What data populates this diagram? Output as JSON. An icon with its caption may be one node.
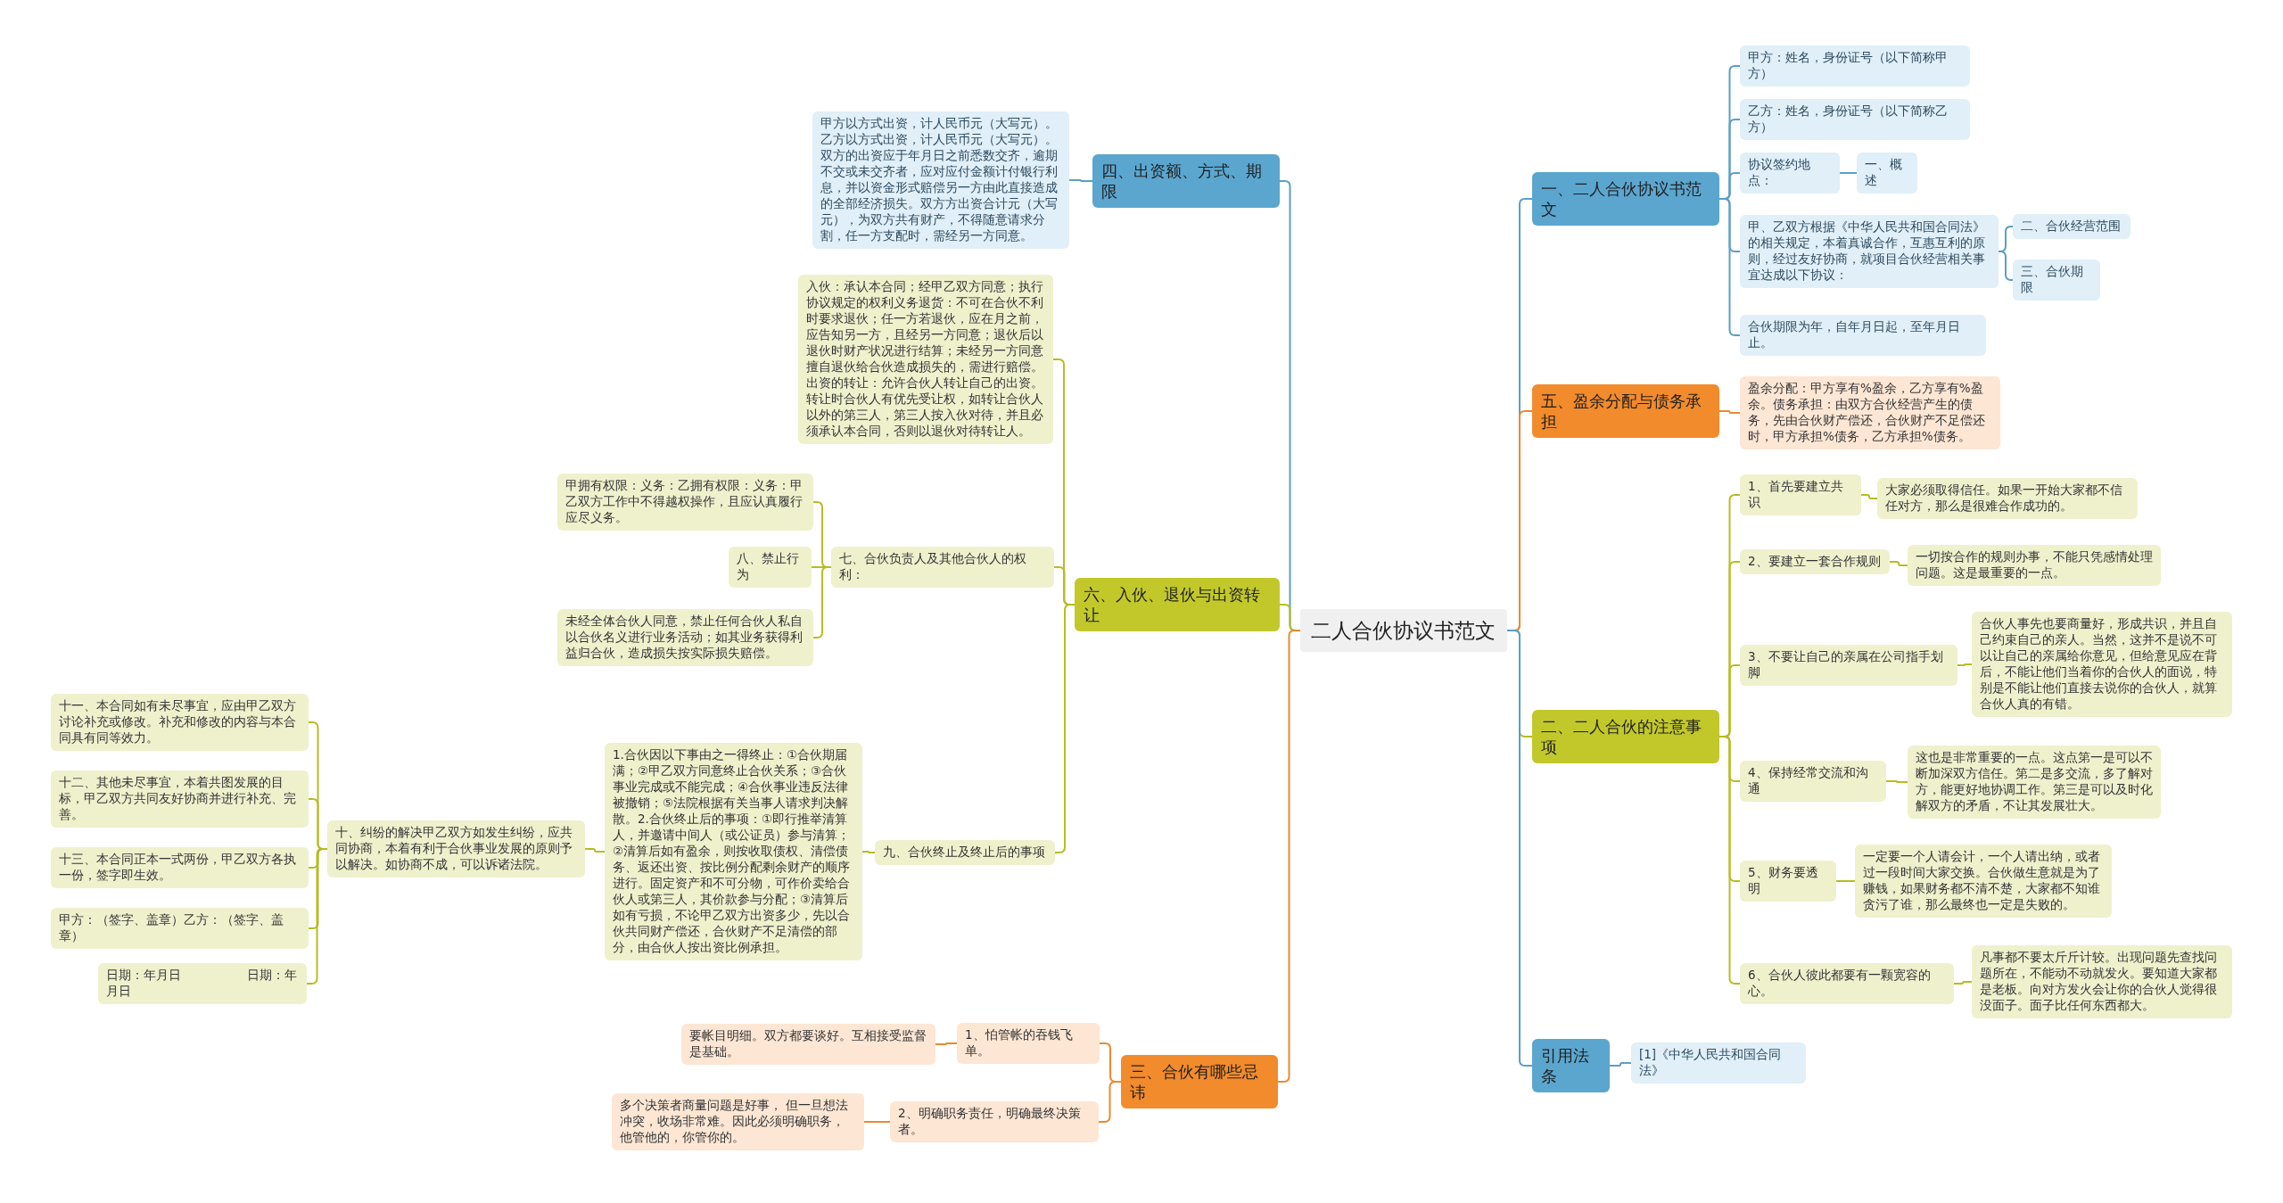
{
  "diagram": {
    "nodes": [
      {
        "text": [
          "二人合伙协议书范文"
        ]
      },
      {
        "text": [
          "一、二人合伙协议书范文"
        ]
      },
      {
        "text": [
          "甲方：姓名，身份证号（以下简称甲方）"
        ]
      },
      {
        "text": [
          "乙方：姓名，身份证号（以下简称乙方）"
        ]
      },
      {
        "text": [
          "协议签约地点："
        ]
      },
      {
        "text": [
          "一、概述"
        ]
      },
      {
        "text": [
          "甲、乙双方根据《中华人民共和国合同法》的相关规定，本着真诚合作，互惠互利的原则，经过友好协商，就项目合伙经营相关事宜达成以下协议："
        ]
      },
      {
        "text": [
          "二、合伙经营范围"
        ]
      },
      {
        "text": [
          "三、合伙期限"
        ]
      },
      {
        "text": [
          "合伙期限为年，自年月日起，至年月日止。"
        ]
      },
      {
        "text": [
          "五、盈余分配与债务承担"
        ]
      },
      {
        "text": [
          "盈余分配：甲方享有%盈余，乙方享有%盈余。债务承担：由双方合伙经营产生的债务，先由合伙财产偿还，合伙财产不足偿还时，甲方承担%债务，乙方承担%债务。"
        ]
      },
      {
        "text": [
          "二、二人合伙的注意事项"
        ]
      },
      {
        "text": [
          "1、首先要建立共识"
        ]
      },
      {
        "text": [
          "大家必须取得信任。如果一开始大家都不信任对方，那么是很难合作成功的。"
        ]
      },
      {
        "text": [
          "2、要建立一套合作规则"
        ]
      },
      {
        "text": [
          "一切按合作的规则办事，不能只凭感情处理问题。这是最重要的一点。"
        ]
      },
      {
        "text": [
          "3、不要让自己的亲属在公司指手划脚"
        ]
      },
      {
        "text": [
          "合伙人事先也要商量好，形成共识，并且自己约束自己的亲人。当然，这并不是说不可以让自己的亲属给你意见，但给意见应在背后，不能让他们当着你的合伙人的面说，特别是不能让他们直接去说你的合伙人，就算合伙人真的有错。"
        ]
      },
      {
        "text": [
          "4、保持经常交流和沟通"
        ]
      },
      {
        "text": [
          "这也是非常重要的一点。这点第一是可以不断加深双方信任。第二是多交流，多了解对方，能更好地协调工作。第三是可以及时化解双方的矛盾，不让其发展壮大。"
        ]
      },
      {
        "text": [
          "5、财务要透明"
        ]
      },
      {
        "text": [
          "一定要一个人请会计，一个人请出纳，或者过一段时间大家交换。合伙做生意就是为了赚钱，如果财务都不清不楚，大家都不知谁贪污了谁，那么最终也一定是失败的。"
        ]
      },
      {
        "text": [
          "6、合伙人彼此都要有一颗宽容的心。"
        ]
      },
      {
        "text": [
          "凡事都不要太斤斤计较。出现问题先查找问题所在，不能动不动就发火。要知道大家都是老板。向对方发火会让你的合伙人觉得很没面子。面子比任何东西都大。"
        ]
      },
      {
        "text": [
          "引用法条"
        ]
      },
      {
        "text": [
          "[1]《中华人民共和国合同法》"
        ]
      },
      {
        "text": [
          "四、出资额、方式、期限"
        ]
      },
      {
        "text": [
          "甲方以方式出资，计人民币元（大写元）。乙方以方式出资，计人民币元（大写元）。双方的出资应于年月日之前悉数交齐，逾期不交或未交齐者，应对应付金额计付银行利息，并以资金形式赔偿另一方由此直接造成的全部经济损失。双方方出资合计元（大写元），为双方共有财产，不得随意请求分割，任一方支配时，需经另一方同意。"
        ]
      },
      {
        "text": [
          "六、入伙、退伙与出资转让"
        ]
      },
      {
        "text": [
          "入伙：承认本合同；经甲乙双方同意；执行协议规定的权利义务退货：不可在合伙不利时要求退伙；任一方若退伙，应在月之前，应告知另一方，且经另一方同意；退伙后以退伙时财产状况进行结算；未经另一方同意擅自退伙给合伙造成损失的，需进行赔偿。出资的转让：允许合伙人转让自己的出资。转让时合伙人有优先受让权，如转让合伙人以外的第三人，第三人按入伙对待，并且必须承认本合同，否则以退伙对待转让人。"
        ]
      },
      {
        "text": [
          "七、合伙负责人及其他合伙人的权利："
        ]
      },
      {
        "text": [
          "甲拥有权限：义务：乙拥有权限：义务：甲乙双方工作中不得越权操作，且应认真履行应尽义务。"
        ]
      },
      {
        "text": [
          "八、禁止行为"
        ]
      },
      {
        "text": [
          "未经全体合伙人同意，禁止任何合伙人私自以合伙名义进行业务活动；如其业务获得利益归合伙，造成损失按实际损失赔偿。"
        ]
      },
      {
        "text": [
          "九、合伙终止及终止后的事项"
        ]
      },
      {
        "text": [
          "1.合伙因以下事由之一得终止：①合伙期届满；②甲乙双方同意终止合伙关系；③合伙事业完成或不能完成；④合伙事业违反法律被撤销；⑤法院根据有关当事人请求判决解散。2.合伙终止后的事项：①即行推举清算人，并邀请中间人（或公证员）参与清算；②清算后如有盈余，则按收取债权、清偿债务、返还出资、按比例分配剩余财产的顺序进行。固定资产和不可分物，可作价卖给合伙人或第三人，其价款参与分配；③清算后如有亏损，不论甲乙双方出资多少，先以合伙共同财产偿还，合伙财产不足清偿的部分，由合伙人按出资比例承担。"
        ]
      },
      {
        "text": [
          "十、纠纷的解决甲乙双方如发生纠纷，应共同协商，本着有利于合伙事业发展的原则予以解决。如协商不成，可以诉诸法院。"
        ]
      },
      {
        "text": [
          "十一、本合同如有未尽事宜，应由甲乙双方讨论补充或修改。补充和修改的内容与本合同具有同等效力。"
        ]
      },
      {
        "text": [
          "十二、其他未尽事宜，本着共图发展的目标，甲乙双方共同友好协商并进行补充、完善。"
        ]
      },
      {
        "text": [
          "十三、本合同正本一式两份，甲乙双方各执一份，签字即生效。"
        ]
      },
      {
        "text": [
          "甲方：（签字、盖章）乙方：（签字、盖章）"
        ]
      },
      {
        "text": [
          "日期：年月日 日期：年月日"
        ]
      },
      {
        "text": [
          "三、合伙有哪些忌讳"
        ]
      },
      {
        "text": [
          "1、怕管帐的吞钱飞单。"
        ]
      },
      {
        "text": [
          "要帐目明细。双方都要谈好。互相接受监督是基础。"
        ]
      },
      {
        "text": [
          "2、明确职务责任，明确最终决策者。"
        ]
      },
      {
        "text": [
          "多个决策者商量问题是好事， 但一旦想法冲突，收场非常难。因此必须明确职务，他管他的，你管你的。"
        ]
      }
    ],
    "edges": [
      {
        "from": 0,
        "to": 1,
        "arrow": "none",
        "color": "#5b9fc6"
      },
      {
        "from": 0,
        "to": 10,
        "arrow": "none",
        "color": "#e88a32"
      },
      {
        "from": 0,
        "to": 12,
        "arrow": "none"
      },
      {
        "from": 0,
        "to": 25,
        "arrow": "none",
        "color": "#5b9fc6"
      },
      {
        "from": 0,
        "to": 27,
        "arrow": "none",
        "color": "#5b9fc6"
      },
      {
        "from": 0,
        "to": 29,
        "arrow": "none"
      },
      {
        "from": 0,
        "to": 43,
        "arrow": "none",
        "color": "#e88a32"
      },
      {
        "from": 1,
        "to": 2,
        "arrow": "none",
        "color": "#5b9fc6"
      },
      {
        "from": 1,
        "to": 3,
        "arrow": "none",
        "color": "#5b9fc6"
      },
      {
        "from": 1,
        "to": 4,
        "arrow": "none",
        "color": "#5b9fc6"
      },
      {
        "from": 1,
        "to": 6,
        "arrow": "none",
        "color": "#5b9fc6"
      },
      {
        "from": 1,
        "to": 9,
        "arrow": "none",
        "color": "#5b9fc6"
      },
      {
        "from": 4,
        "to": 5,
        "arrow": "none",
        "color": "#5b9fc6"
      },
      {
        "from": 6,
        "to": 7,
        "arrow": "none",
        "color": "#5b9fc6"
      },
      {
        "from": 6,
        "to": 8,
        "arrow": "none",
        "color": "#5b9fc6"
      },
      {
        "from": 10,
        "to": 11,
        "arrow": "none",
        "color": "#e88a32"
      },
      {
        "from": 12,
        "to": 13,
        "arrow": "none"
      },
      {
        "from": 12,
        "to": 15,
        "arrow": "none"
      },
      {
        "from": 12,
        "to": 17,
        "arrow": "none"
      },
      {
        "from": 12,
        "to": 19,
        "arrow": "none"
      },
      {
        "from": 12,
        "to": 21,
        "arrow": "none"
      },
      {
        "from": 12,
        "to": 23,
        "arrow": "none"
      },
      {
        "from": 13,
        "to": 14,
        "arrow": "none"
      },
      {
        "from": 15,
        "to": 16,
        "arrow": "none"
      },
      {
        "from": 17,
        "to": 18,
        "arrow": "none"
      },
      {
        "from": 19,
        "to": 20,
        "arrow": "none"
      },
      {
        "from": 21,
        "to": 22,
        "arrow": "none"
      },
      {
        "from": 23,
        "to": 24,
        "arrow": "none"
      },
      {
        "from": 25,
        "to": 26,
        "arrow": "none",
        "color": "#5b9fc6"
      },
      {
        "from": 27,
        "to": 28,
        "arrow": "none",
        "color": "#5b9fc6"
      },
      {
        "from": 29,
        "to": 30,
        "arrow": "none"
      },
      {
        "from": 29,
        "to": 31,
        "arrow": "none"
      },
      {
        "from": 29,
        "to": 35,
        "arrow": "none"
      },
      {
        "from": 31,
        "to": 32,
        "arrow": "none"
      },
      {
        "from": 31,
        "to": 33,
        "arrow": "none"
      },
      {
        "from": 31,
        "to": 34,
        "arrow": "none"
      },
      {
        "from": 35,
        "to": 36,
        "arrow": "none"
      },
      {
        "from": 36,
        "to": 37,
        "arrow": "none"
      },
      {
        "from": 37,
        "to": 38,
        "arrow": "none"
      },
      {
        "from": 37,
        "to": 39,
        "arrow": "none"
      },
      {
        "from": 37,
        "to": 40,
        "arrow": "none"
      },
      {
        "from": 37,
        "to": 41,
        "arrow": "none"
      },
      {
        "from": 37,
        "to": 42,
        "arrow": "none"
      },
      {
        "from": 43,
        "to": 44,
        "arrow": "none",
        "color": "#e88a32"
      },
      {
        "from": 43,
        "to": 46,
        "arrow": "none",
        "color": "#e88a32"
      },
      {
        "from": 44,
        "to": 45,
        "arrow": "none",
        "color": "#e88a32"
      },
      {
        "from": 46,
        "to": 47,
        "arrow": "none",
        "color": "#e88a32"
      }
    ]
  }
}
